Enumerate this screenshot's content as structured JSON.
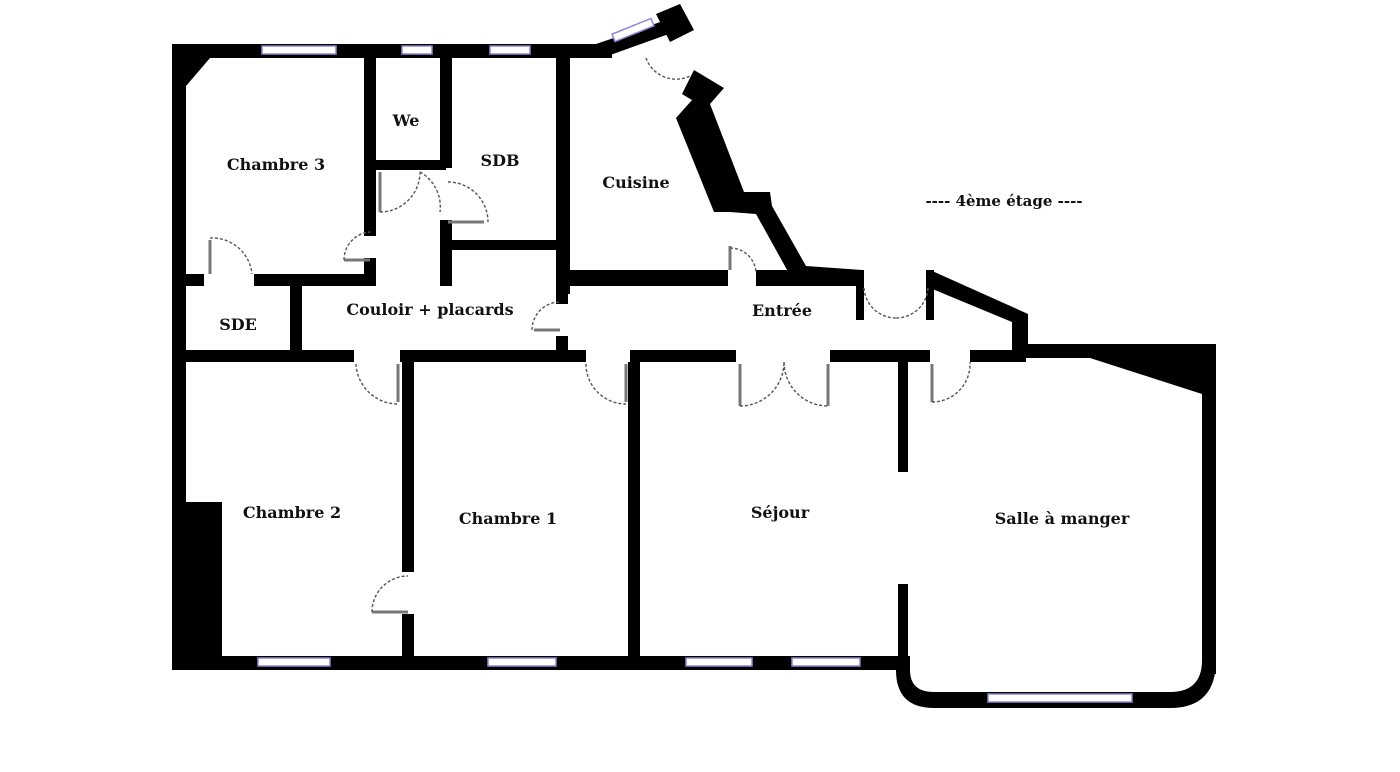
{
  "floor_label": "---- 4ème étage ----",
  "rooms": {
    "chambre3": "Chambre 3",
    "wc": "We",
    "sdb": "SDB",
    "cuisine": "Cuisine",
    "sde": "SDE",
    "couloir": "Couloir + placards",
    "entree": "Entrée",
    "chambre2": "Chambre 2",
    "chambre1": "Chambre 1",
    "sejour": "Séjour",
    "salle_a_manger": "Salle à manger"
  },
  "colors": {
    "wall": "#000000",
    "window": "#8c86d8",
    "background": "#ffffff"
  }
}
